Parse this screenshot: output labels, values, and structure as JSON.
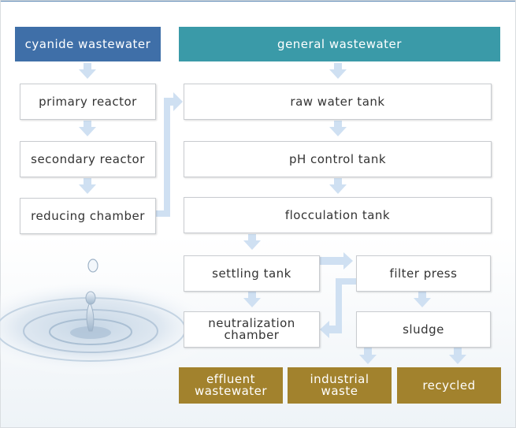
{
  "headers": {
    "cyanide": "cyanide wastewater",
    "general": "general wastewater"
  },
  "left_chain": {
    "primary": "primary reactor",
    "secondary": "secondary reactor",
    "reducing": "reducing chamber"
  },
  "main_chain": {
    "raw_water": "raw water tank",
    "ph_control": "pH control tank",
    "flocculation": "flocculation tank",
    "settling": "settling tank",
    "filter_press": "filter press",
    "neutralization": "neutralization chamber",
    "sludge": "sludge"
  },
  "outputs": {
    "effluent": "effluent wastewater",
    "industrial": "industrial waste",
    "recycled": "recycled"
  },
  "colors": {
    "cyanide_header": "#3f6fa8",
    "general_header": "#3a9aa8",
    "output": "#a2822d",
    "arrow": "#cfe0f2"
  },
  "decoration": "water-drop-splash"
}
